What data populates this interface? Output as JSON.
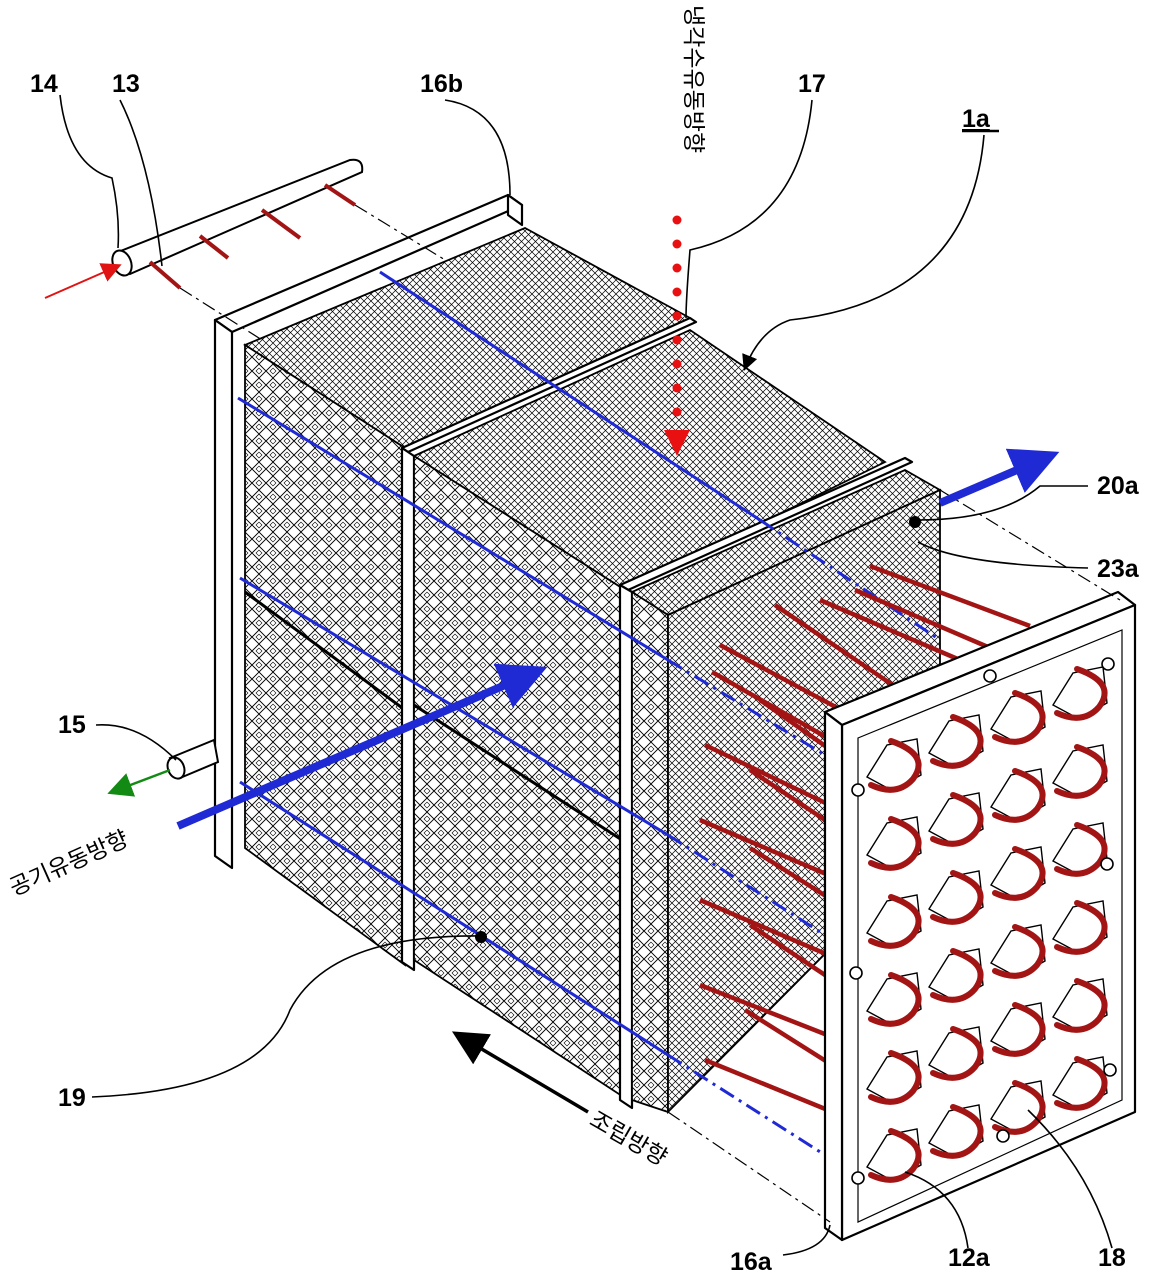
{
  "figure": {
    "id_label": "1a",
    "labels": {
      "l14": "14",
      "l13": "13",
      "l16b": "16b",
      "l17": "17",
      "l20a": "20a",
      "l23a": "23a",
      "l15": "15",
      "l19": "19",
      "l16a": "16a",
      "l12a": "12a",
      "l18": "18"
    },
    "direction_text": {
      "cooling_water_flow": "냉각수유동방향",
      "air_flow": "공기유동방향",
      "assembly": "조립방향"
    }
  },
  "colors": {
    "air_arrow": "#1f2ad4",
    "inlet_arrow": "#e01414",
    "outlet_arrow": "#138a13",
    "cooling_dots": "#e81010",
    "tube": "#a31515"
  }
}
